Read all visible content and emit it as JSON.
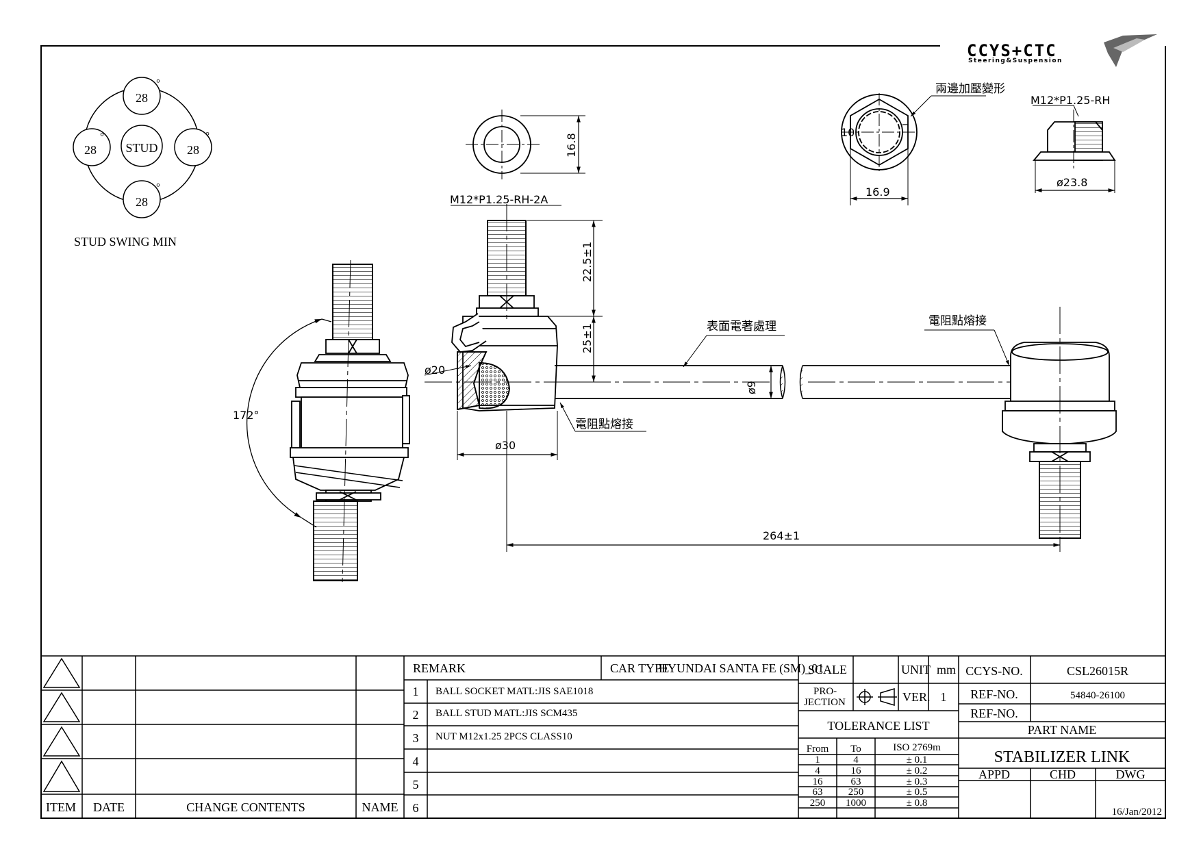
{
  "logo": {
    "brand": "CCYS+CTC",
    "tagline": "Steering&Suspension"
  },
  "swing": {
    "top": "28",
    "left": "28",
    "right": "28",
    "bottom": "28",
    "degree": "°",
    "center": "STUD",
    "caption": "STUD SWING MIN"
  },
  "dims": {
    "thread": "M12*P1.25-RH-2A",
    "washer_h": "16.8",
    "stud_len": "22.5±1",
    "body_h": "25±1",
    "ball": "ø20",
    "rod": "ø9",
    "socket": "ø30",
    "length": "264±1",
    "angle": "172°",
    "nut_af": "10",
    "nut_width": "16.9",
    "nut_thread": "M12*P1.25-RH",
    "nut_dia": "ø23.8"
  },
  "notes": {
    "deform": "兩邊加壓變形",
    "coating": "表面電著處理",
    "weld_right": "電阻點熔接",
    "weld_left": "電阻點熔接"
  },
  "revisions": {
    "headers": [
      "ITEM",
      "DATE",
      "CHANGE CONTENTS",
      "NAME"
    ]
  },
  "remarks": {
    "header": "REMARK",
    "car_type_label": "CAR TYPE",
    "car_type": "HYUNDAI SANTA FE (SM)_01",
    "rows": [
      {
        "no": "1",
        "text": "BALL SOCKET MATL:JIS  SAE1018"
      },
      {
        "no": "2",
        "text": "BALL STUD MATL:JIS SCM435"
      },
      {
        "no": "3",
        "text": "NUT M12x1.25 2PCS CLASS10"
      },
      {
        "no": "4",
        "text": ""
      },
      {
        "no": "5",
        "text": ""
      },
      {
        "no": "6",
        "text": ""
      }
    ]
  },
  "spec": {
    "scale_label": "SCALE",
    "unit_label": "UNIT",
    "unit": "mm",
    "projection_label": "PRO-\nJECTION",
    "projection_1": "PRO-",
    "projection_2": "JECTION",
    "ver_label": "VER.",
    "ver": "1"
  },
  "tolerance": {
    "title": "TOLERANCE LIST",
    "headers": [
      "From",
      "To",
      "ISO 2769m"
    ],
    "rows": [
      [
        "1",
        "4",
        "± 0.1"
      ],
      [
        "4",
        "16",
        "± 0.2"
      ],
      [
        "16",
        "63",
        "± 0.3"
      ],
      [
        "63",
        "250",
        "± 0.5"
      ],
      [
        "250",
        "1000",
        "± 0.8"
      ]
    ]
  },
  "part": {
    "ccys_label": "CCYS-NO.",
    "ccys_no": "CSL26015R",
    "ref_label": "REF-NO.",
    "ref_no": "54840-26100",
    "ref_label2": "REF-NO.",
    "ref_no2": "",
    "name_label": "PART NAME",
    "name": "STABILIZER LINK",
    "appd": "APPD",
    "chd": "CHD",
    "dwg": "DWG",
    "date": "16/Jan/2012"
  }
}
